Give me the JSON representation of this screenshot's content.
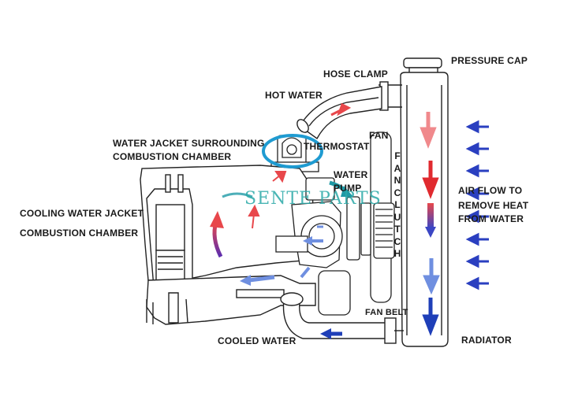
{
  "labels": {
    "pressure_cap": "PRESSURE CAP",
    "hose_clamp": "HOSE CLAMP",
    "hot_water": "HOT WATER",
    "thermostat": "THERMOSTAT",
    "water_jacket_line1": "WATER JACKET SURROUNDING",
    "water_jacket_line2": "COMBUSTION CHAMBER",
    "fan": "FAN",
    "water_pump_line1": "WATER",
    "water_pump_line2": "PUMP",
    "cooling_jacket_line1": "COOLING WATER JACKET",
    "cooling_jacket_line2": "COMBUSTION CHAMBER",
    "air_flow_line1": "AIR FLOW TO",
    "air_flow_line2": "REMOVE HEAT",
    "air_flow_line3": "FROM WATER",
    "fan_clutch_letters": [
      "F",
      "A",
      "N",
      "C",
      "L",
      "U",
      "T",
      "C",
      "H"
    ],
    "fan_belt": "FAN BELT",
    "cooled_water": "COOLED WATER",
    "radiator": "RADIATOR",
    "watermark": "SENTE PARTS"
  },
  "colors": {
    "hot": "#e8474b",
    "cool": "#2f4fc4",
    "light_blue": "#6f8fe0",
    "purple": "#7a2fa0",
    "teal": "#1f9aa6",
    "highlight_ring": "#1f9bd1",
    "line": "#222222"
  }
}
